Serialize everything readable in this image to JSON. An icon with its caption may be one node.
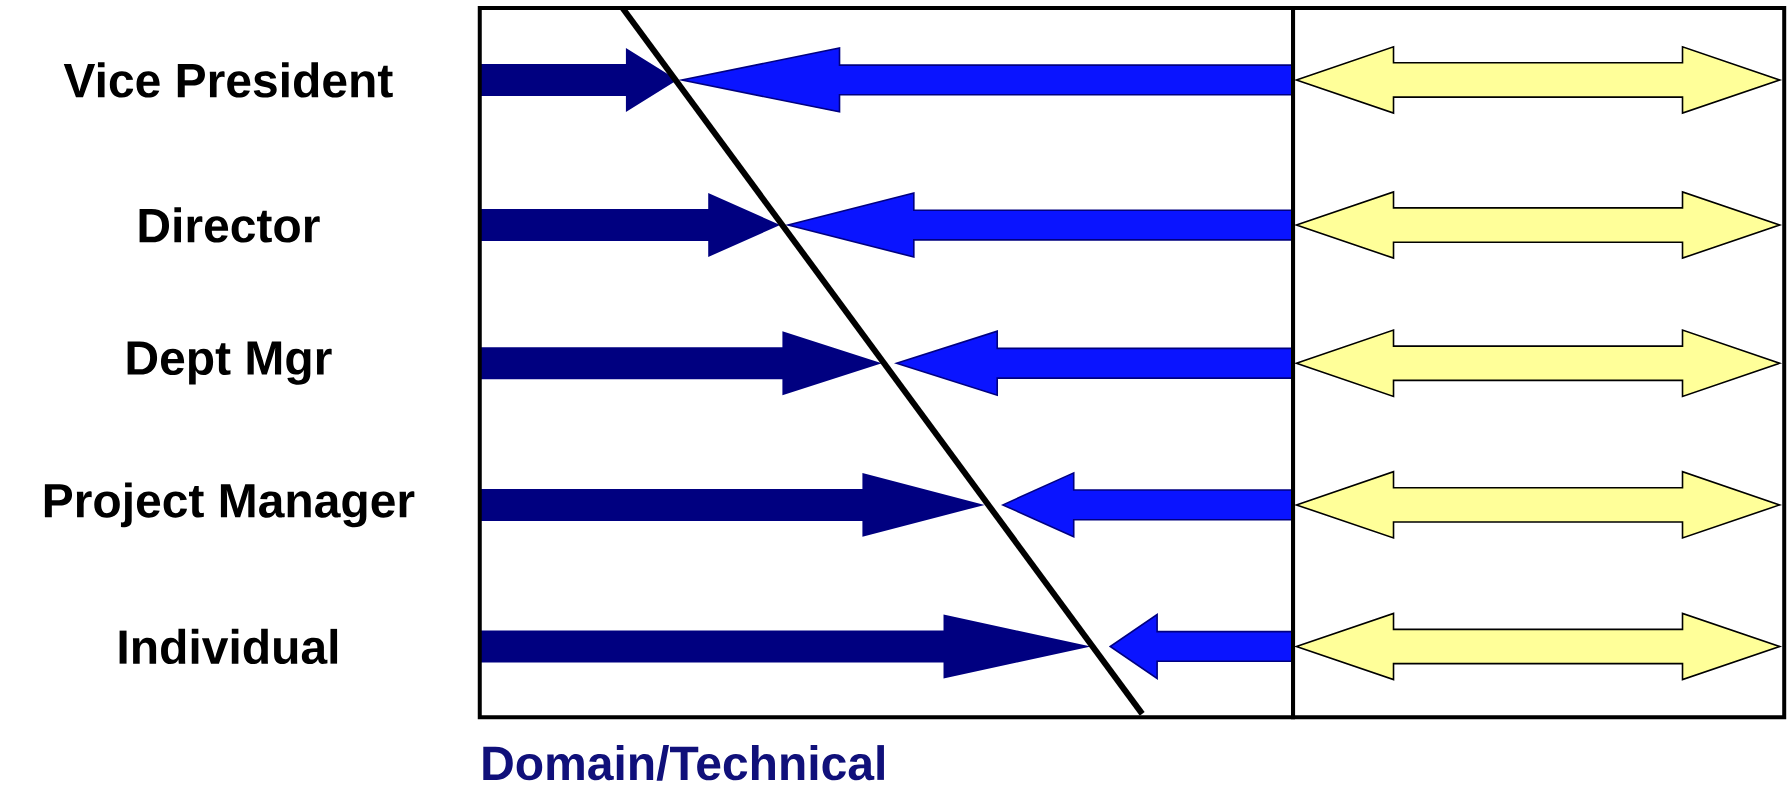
{
  "diagram": {
    "nodes": [
      {
        "text": [
          "Domain/Technical"
        ]
      },
      {
        "text": [],
        "shape": "box"
      }
    ],
    "labels": [
      "Vice President",
      "Director",
      "Dept Mgr",
      "Project Manager",
      "Individual"
    ]
  }
}
